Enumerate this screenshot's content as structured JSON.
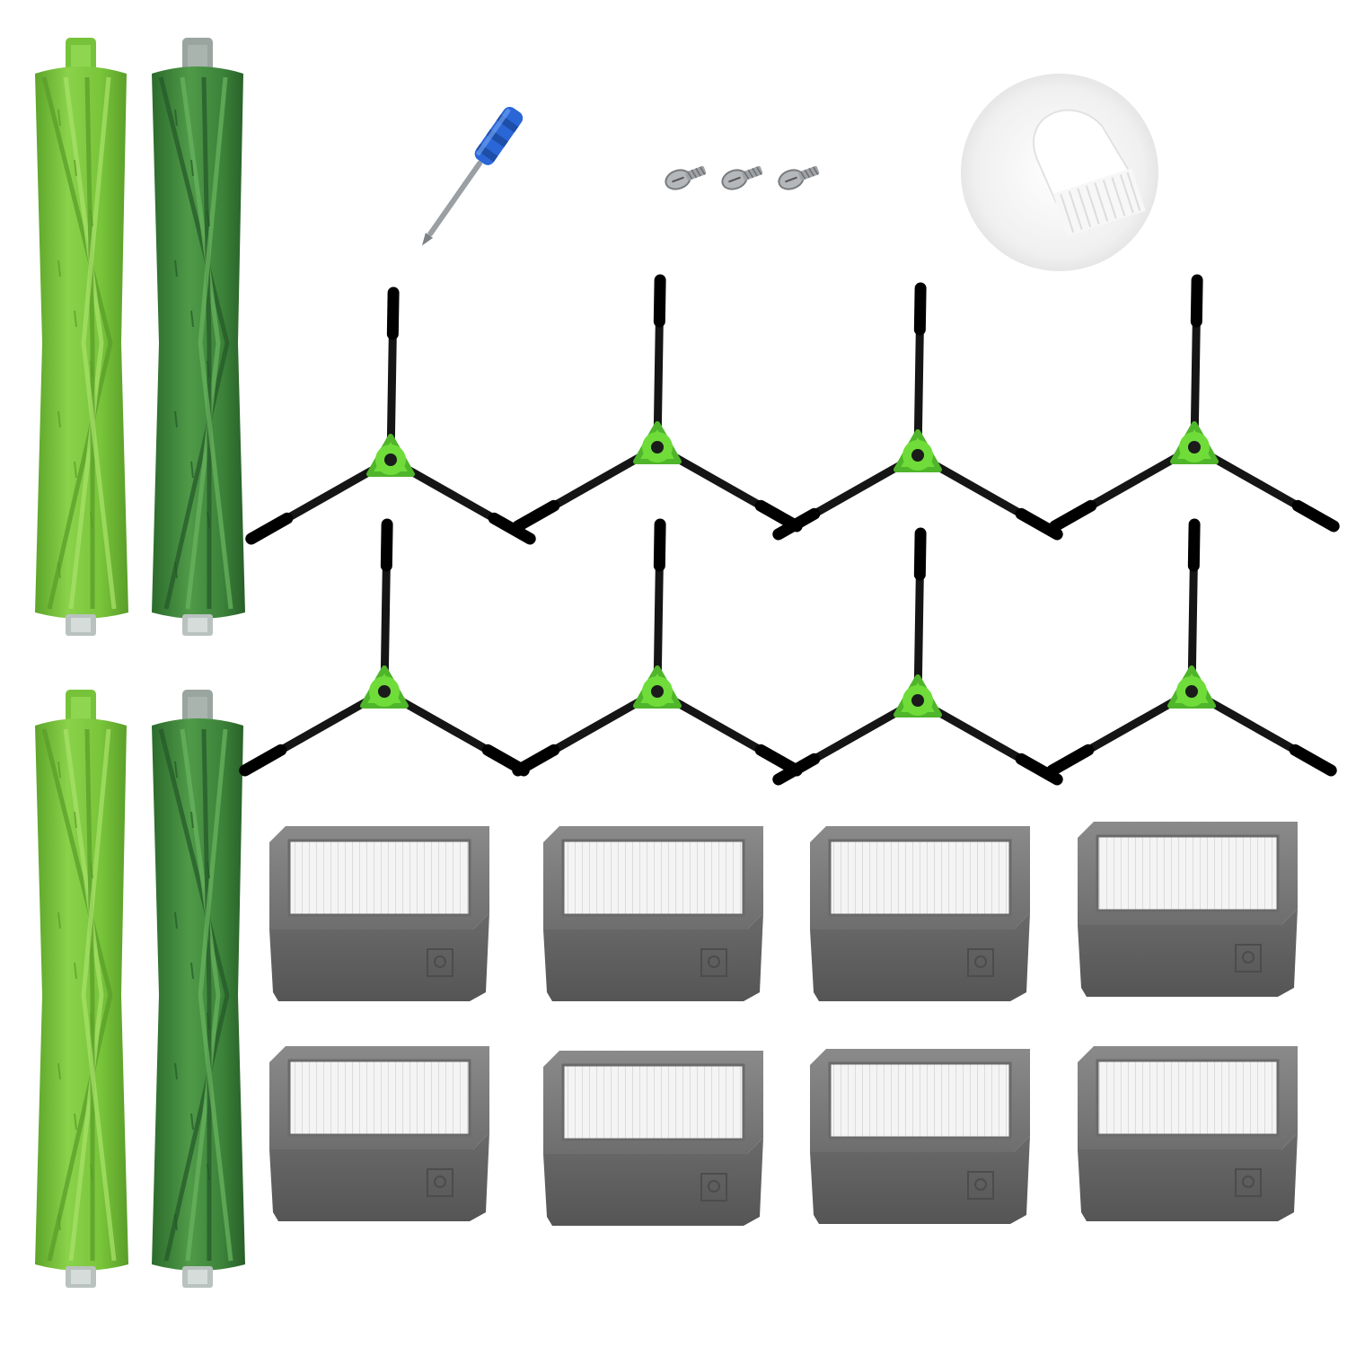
{
  "colors": {
    "background": "#ffffff",
    "roller_light": "#7cc63a",
    "roller_light_shade": "#5ea52a",
    "roller_light_highlight": "#9ad85a",
    "roller_dark": "#3f8a3a",
    "roller_dark_shade": "#2c6b2c",
    "roller_dark_highlight": "#5ba552",
    "axle": "#b9c2bf",
    "brush_bristle": "#111111",
    "brush_hub": "#6fdc3a",
    "filter_frame": "#7a7a7a",
    "filter_frame_dark": "#5f5f5f",
    "filter_media": "#f2f2f2",
    "screwdriver_handle": "#2a66d6",
    "screw_metal": "#a9acae",
    "cleaning_tool_bg": "#f1f1f1",
    "cleaning_tool": "#ffffff"
  },
  "items": {
    "rollers": [
      "roller",
      "roller",
      "roller",
      "roller"
    ],
    "side_brushes": [
      "side-brush",
      "side-brush",
      "side-brush",
      "side-brush",
      "side-brush",
      "side-brush",
      "side-brush",
      "side-brush"
    ],
    "filters": [
      "filter",
      "filter",
      "filter",
      "filter",
      "filter",
      "filter",
      "filter",
      "filter"
    ],
    "screws": [
      "screw",
      "screw",
      "screw"
    ]
  }
}
